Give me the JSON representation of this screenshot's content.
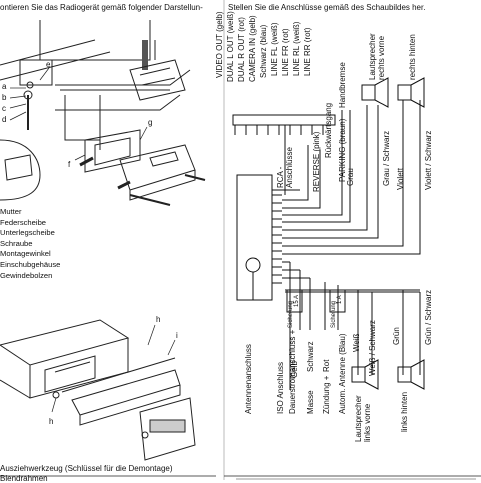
{
  "left": {
    "header": "ontieren Sie das Radiogerät gemäß folgender Darstellun-",
    "callouts": [
      "a",
      "b",
      "c",
      "d",
      "e",
      "f",
      "g",
      "h",
      "h",
      "i"
    ],
    "legend": [
      "Mutter",
      "Federscheibe",
      "Unterlegscheibe",
      "Schraube",
      "Montagewinkel",
      "Einschubgehäuse",
      "Gewindebolzen"
    ],
    "footer1": "Ausziehwerkzeug (Schlüssel für die Demontage)",
    "footer2": "Blendrahmen"
  },
  "right": {
    "header": "Stellen Sie die Anschlüsse gemäß des Schaubildes her.",
    "top_connectors": [
      "VIDEO OUT (gelb)",
      "DUAL L OUT (weiß)",
      "DUAL R OUT (rot)",
      "CAMERA IN (gelb)",
      "Schwarz (blau)",
      "LINE FL (weiß)",
      "LINE FR (rot)",
      "LINE RL (weiß)",
      "LINE RR (rot)"
    ],
    "handbremse": "Handbremse",
    "rueckwaertsgang": "Rückwärtsgang",
    "reverse": "REVERSE (pink)",
    "parking": "PARKING (braun)",
    "rca": "RCA - Anschlüsse",
    "speaker_front_right": "Lautsprecher rechts vorne",
    "speaker_rear_right": "rechts hinten",
    "wire_labels_top": [
      "Grau",
      "Grau / Schwarz",
      "Violett",
      "Violett / Schwarz"
    ],
    "wire_labels_bottom": [
      "Grün",
      "Grün / Schwarz"
    ],
    "fuse_label": "Sicherung",
    "fuse1": "15 A",
    "fuse2": "1 A",
    "bottom_labels": [
      "Antennenanschluss",
      "ISO Anschluss",
      "Dauerstromanschluss +",
      "Gelb",
      "Masse",
      "Schwarz",
      "Zündung +",
      "Rot",
      "Autom. Antenne (Blau)",
      "Weiß",
      "Weiß / Schwarz",
      "Lautsprecher links vorne",
      "links hinten"
    ]
  }
}
